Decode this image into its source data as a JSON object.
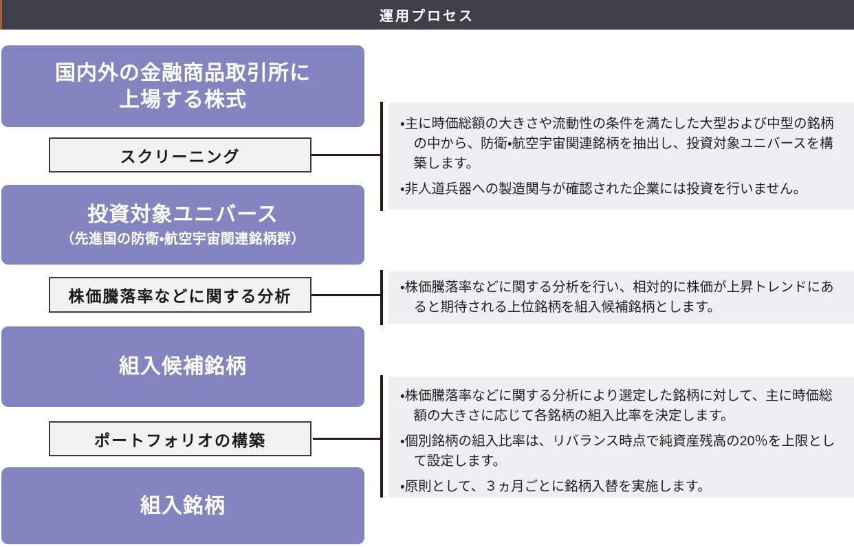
{
  "header": {
    "title": "運用プロセス"
  },
  "colors": {
    "header_bg": "#3F3F4C",
    "header_accent_orange": "#A5622F",
    "stage_purple": "#8285C0",
    "process_bg": "#F2F2F2",
    "note_bg": "#EFEFF1",
    "line_black": "#231A15"
  },
  "flow": {
    "stages": [
      {
        "kind": "asset",
        "line1": "国内外の金融商品取引所に",
        "line2": "上場する株式"
      },
      {
        "kind": "process",
        "label": "スクリーニング"
      },
      {
        "kind": "result",
        "line1": "投資対象ユニバース",
        "line2": "（先進国の防衛・航空宇宙関連銘柄群）"
      },
      {
        "kind": "process",
        "label": "株価騰落率などに関する分析"
      },
      {
        "kind": "result",
        "line1": "組入候補銘柄"
      },
      {
        "kind": "process",
        "label": "ポートフォリオの構築"
      },
      {
        "kind": "result",
        "line1": "組入銘柄"
      }
    ]
  },
  "notes": [
    {
      "bullets": [
        "・主に時価総額の大きさや流動性の条件を満たした大型および中型の銘柄の中から、防衛・航空宇宙関連銘柄を抽出し、投資対象ユニバースを構築します。",
        "・非人道兵器への製造関与が確認された企業には投資を行いません。"
      ]
    },
    {
      "bullets": [
        "・株価騰落率などに関する分析を行い、相対的に株価が上昇トレンドにあると期待される上位銘柄を組入候補銘柄とします。"
      ]
    },
    {
      "bullets": [
        "・株価騰落率などに関する分析により選定した銘柄に対して、主に時価総額の大きさに応じて各銘柄の組入比率を決定します。",
        "・個別銘柄の組入比率は、リバランス時点で純資産残高の20％を上限として設定します。",
        "・原則として、３ヵ月ごとに銘柄入替を実施します。"
      ]
    }
  ]
}
